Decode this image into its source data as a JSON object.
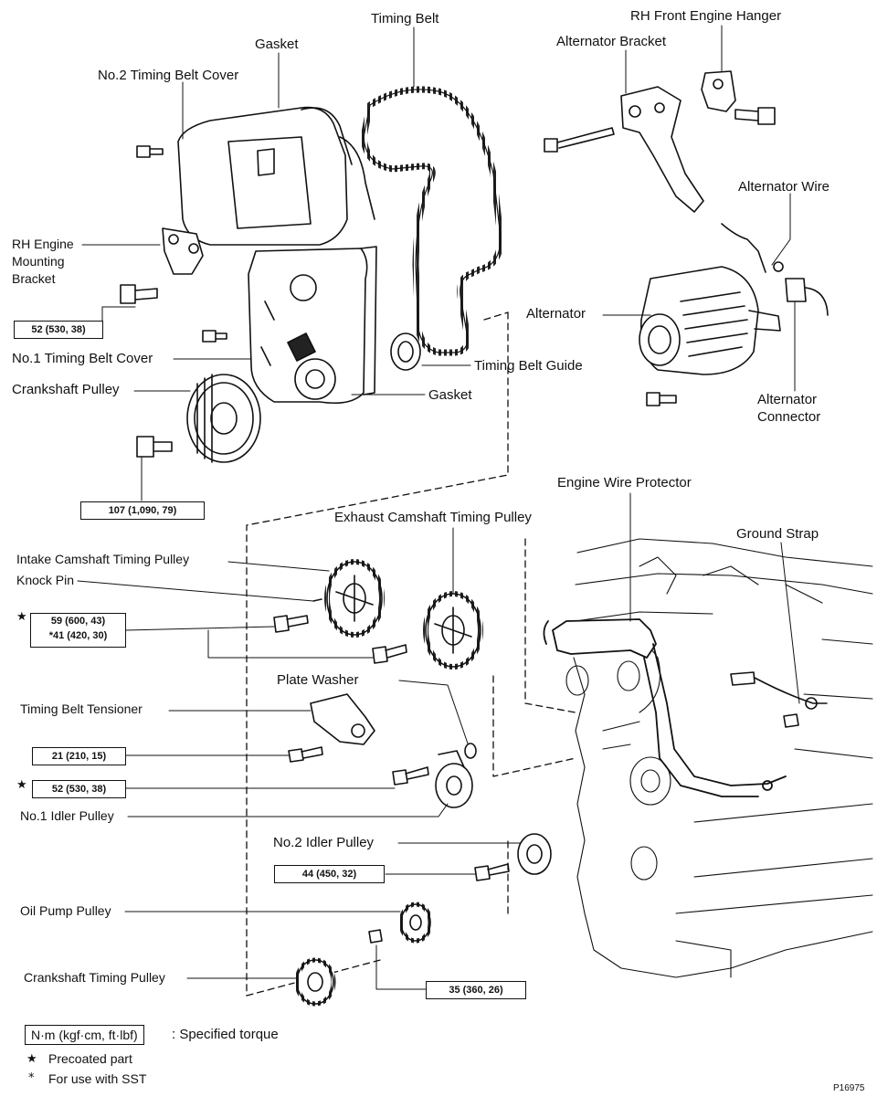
{
  "labels": {
    "timing_belt": "Timing Belt",
    "rh_front_engine_hanger": "RH Front Engine Hanger",
    "gasket_top": "Gasket",
    "alternator_bracket": "Alternator Bracket",
    "no2_timing_belt_cover": "No.2 Timing Belt Cover",
    "alternator_wire": "Alternator Wire",
    "rh_engine_mounting_bracket": "RH Engine Mounting Bracket",
    "alternator": "Alternator",
    "no1_timing_belt_cover": "No.1 Timing Belt Cover",
    "timing_belt_guide": "Timing Belt Guide",
    "crankshaft_pulley": "Crankshaft Pulley",
    "gasket_lower": "Gasket",
    "alternator_connector": "Alternator Connector",
    "engine_wire_protector": "Engine Wire Protector",
    "exhaust_camshaft_timing_pulley": "Exhaust Camshaft Timing Pulley",
    "ground_strap": "Ground Strap",
    "intake_camshaft_timing_pulley": "Intake Camshaft Timing Pulley",
    "knock_pin": "Knock Pin",
    "plate_washer": "Plate Washer",
    "timing_belt_tensioner": "Timing Belt Tensioner",
    "no1_idler_pulley": "No.1 Idler Pulley",
    "no2_idler_pulley": "No.2 Idler Pulley",
    "oil_pump_pulley": "Oil Pump Pulley",
    "crankshaft_timing_pulley": "Crankshaft Timing Pulley"
  },
  "torques": {
    "mount_bracket_bolt": "52 (530, 38)",
    "crankshaft_pulley_bolt": "107 (1,090, 79)",
    "camshaft_pulley_bolt_a": "59 (600, 43)",
    "camshaft_pulley_bolt_b": "*41 (420, 30)",
    "tensioner_bolt": "21 (210, 15)",
    "idler1_bolt": "52 (530, 38)",
    "idler2_bolt": "44 (450, 32)",
    "oil_pump_bolt": "35 (360, 26)"
  },
  "symbols": {
    "precoated_star": "★",
    "sst_asterisk": "*"
  },
  "legend": {
    "unit_box": "N·m (kgf·cm, ft·lbf)",
    "unit_desc": ": Specified torque",
    "star_symbol": "★",
    "star_desc": "Precoated part",
    "asterisk_symbol": "*",
    "asterisk_desc": "For use with SST"
  },
  "figure_id": "P16975"
}
